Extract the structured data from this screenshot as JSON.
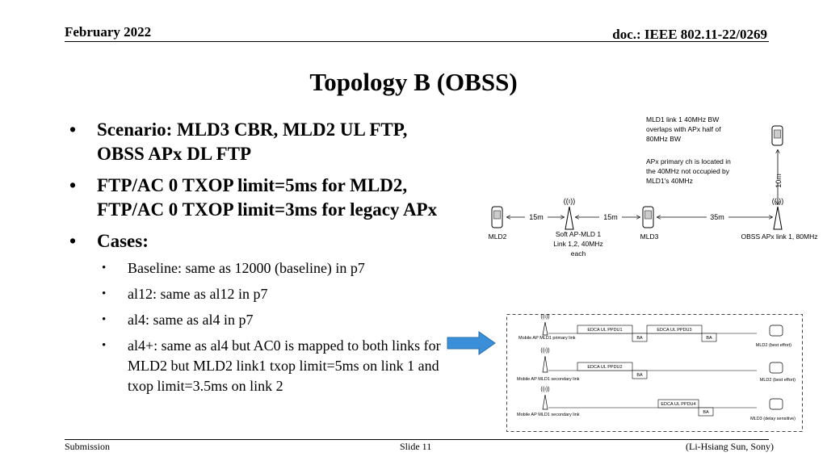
{
  "header": {
    "date": "February 2022",
    "doc": "doc.: IEEE 802.11-22/0269"
  },
  "title": "Topology B (OBSS)",
  "bullets": [
    "Scenario: MLD3 CBR, MLD2 UL FTP, OBSS APx DL FTP",
    "FTP/AC 0 TXOP limit=5ms for MLD2, FTP/AC 0 TXOP limit=3ms for legacy APx",
    "Cases:"
  ],
  "sub_bullets": [
    "Baseline: same as 12000 (baseline) in p7",
    "al12: same as al12 in p7",
    "al4: same as al4 in p7",
    "al4+: same as al4 but AC0 is mapped to both links for MLD2 but MLD2 link1 txop limit=5ms on link 1 and txop limit=3.5ms on link 2"
  ],
  "topology": {
    "note1": [
      "MLD1 link 1 40MHz BW",
      "overlaps with APx half of",
      "80MHz BW"
    ],
    "note2": [
      "APx primary ch is located in",
      "the 40MHz not occupied by",
      "MLD1's 40MHz"
    ],
    "dist_vertical": "10m",
    "dist_1": "15m",
    "dist_2": "15m",
    "dist_3": "35m",
    "label_mld2": "MLD2",
    "label_ap": [
      "Soft AP-MLD 1",
      "Link 1,2, 40MHz",
      "each"
    ],
    "label_mld3": "MLD3",
    "label_obss": "OBSS APx link 1, 80MHz"
  },
  "timing": {
    "row1_label": "Mobile AP MLD1 primary link",
    "row2_label": "Mobile AP MLD1 secondary link",
    "row3_label": "Mobile AP MLD1 secondary link",
    "ppdu_1a": "EDCA UL PPDU1",
    "ppdu_1b": "EDCA UL PPDU3",
    "ppdu_2": "EDCA UL PPDU2",
    "ppdu_3": "EDCA UL PPDU4",
    "ba": "BA",
    "dev1": "MLD2 (best effort)",
    "dev2": "MLD2 (best effort)",
    "dev3": "MLD3 (delay sensitive)"
  },
  "footer": {
    "left": "Submission",
    "center": "Slide 11",
    "right": "(Li-Hsiang Sun, Sony)"
  },
  "colors": {
    "arrow": "#3a8fd8",
    "text": "#000000"
  }
}
